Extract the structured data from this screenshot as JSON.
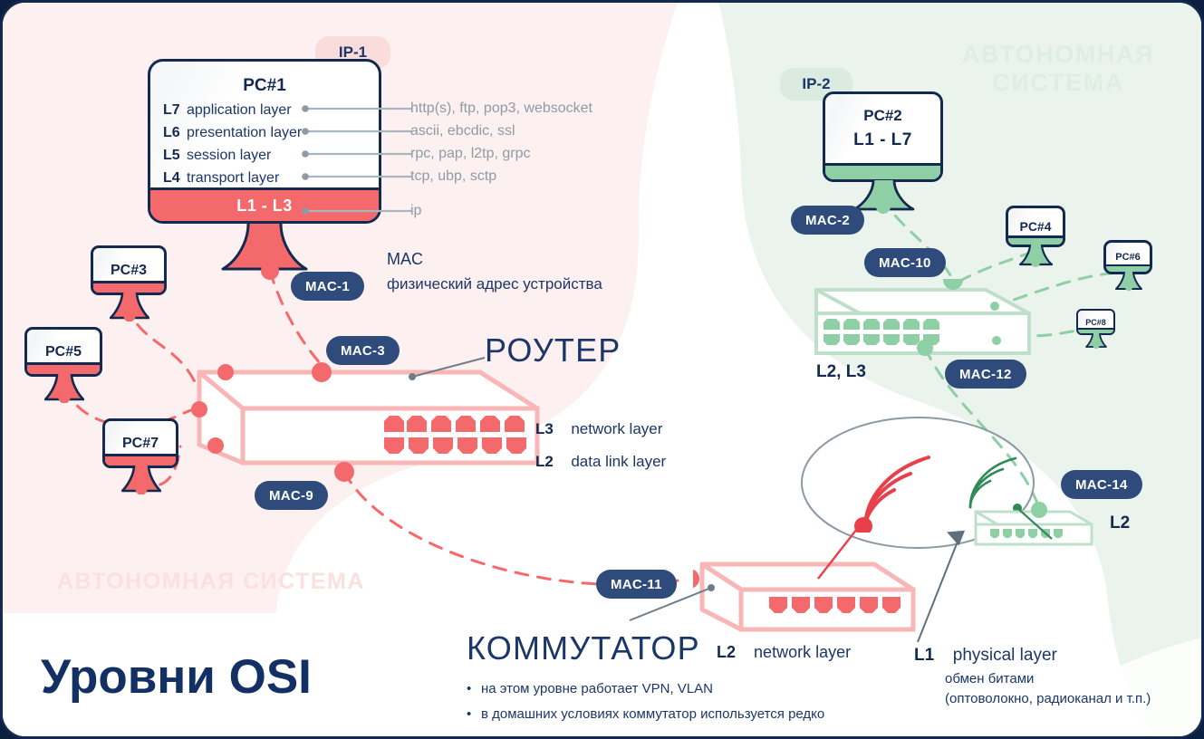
{
  "title": "Уровни OSI",
  "watermarks": {
    "green": "АВТОНОМНАЯ СИСТЕМА",
    "pink": "АВТОНОМНАЯ СИСТЕМА"
  },
  "colors": {
    "navy": "#13294f",
    "navy_text": "#1b3668",
    "red": "#f4696b",
    "red_light": "#f9b6b6",
    "green": "#8fcfa6",
    "green_dark": "#2f8a55",
    "badge": "#2e4b7b",
    "gray_text": "#8e9ba6",
    "bg_pink": "#fdf0f0",
    "bg_green": "#eaf4ec",
    "bg_white": "#ffffff"
  },
  "pc1": {
    "ip_label": "IP-1",
    "name": "PC#1",
    "band_label": "L1 - L3",
    "layers": [
      {
        "num": "L7",
        "name": "application layer",
        "protocols": "http(s), ftp, pop3, websocket"
      },
      {
        "num": "L6",
        "name": "presentation layer",
        "protocols": "ascii, ebcdic, ssl"
      },
      {
        "num": "L5",
        "name": "session layer",
        "protocols": "rpc, pap, l2tp, grpc"
      },
      {
        "num": "L4",
        "name": "transport layer",
        "protocols": "tcp, ubp, sctp"
      }
    ],
    "band_protocol": "ip",
    "mac": "MAC-1"
  },
  "mac_caption": {
    "title": "MAC",
    "subtitle": "физический адрес устройства"
  },
  "pc2": {
    "ip_label": "IP-2",
    "name": "PC#2",
    "layers_label": "L1 - L7",
    "mac": "MAC-2"
  },
  "pink_pcs": [
    {
      "name": "PC#3"
    },
    {
      "name": "PC#5"
    },
    {
      "name": "PC#7"
    }
  ],
  "green_pcs": [
    {
      "name": "PC#4"
    },
    {
      "name": "PC#6"
    },
    {
      "name": "PC#8"
    }
  ],
  "router": {
    "heading": "РОУТЕР",
    "macs": [
      "MAC-3",
      "MAC-9"
    ],
    "layers": [
      {
        "num": "L3",
        "name": "network layer"
      },
      {
        "num": "L2",
        "name": "data link layer"
      }
    ]
  },
  "green_switch": {
    "layers_label": "L2, L3",
    "macs": [
      "MAC-10",
      "MAC-12"
    ]
  },
  "switch": {
    "heading": "КОММУТАТОР",
    "mac": "MAC-11",
    "layer": {
      "num": "L2",
      "name": "network layer"
    },
    "bullets": [
      "на этом уровне работает VPN, VLAN",
      "в домашних условиях коммутатор используется редко"
    ]
  },
  "access_point": {
    "mac": "MAC-14",
    "layer_label": "L2"
  },
  "physical": {
    "num": "L1",
    "name": "physical layer",
    "line1": "обмен битами",
    "line2": "(оптоволокно, радиоканал и т.п.)"
  }
}
